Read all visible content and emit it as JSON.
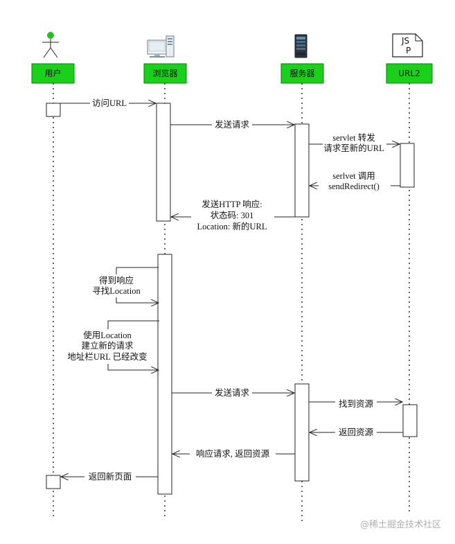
{
  "participants": {
    "user": "用户",
    "browser": "浏览器",
    "server": "服务器",
    "url2": "URL2"
  },
  "jsp_icon": {
    "line1": "JS",
    "line2": "P"
  },
  "messages": {
    "visit_url": "访问URL",
    "send_request_1": "发送请求",
    "servlet_forward_l1": "servlet 转发",
    "servlet_forward_l2": "请求至新的URL",
    "servlet_call_l1": "serlvet 调用",
    "servlet_call_l2": "sendRedirect()",
    "http_response_l1": "发送HTTP 响应:",
    "http_response_l2": "状态码: 301",
    "http_response_l3": "Location: 新的URL",
    "get_response_l1": "得到响应",
    "get_response_l2": "寻找Location",
    "new_request_l1": "使用Location",
    "new_request_l2": "建立新的请求",
    "new_request_l3": "地址栏URL 已经改变",
    "send_request_2": "发送请求",
    "find_resource": "找到资源",
    "return_resource": "返回资源",
    "respond_request": "响应请求, 返回资源",
    "return_new_page": "返回新页面"
  },
  "colors": {
    "header_fill": "#1bd01b",
    "header_border": "#0a7d0a",
    "actor_head": "#1fc21f",
    "line": "#222222"
  },
  "watermark": "@稀土掘金技术社区"
}
